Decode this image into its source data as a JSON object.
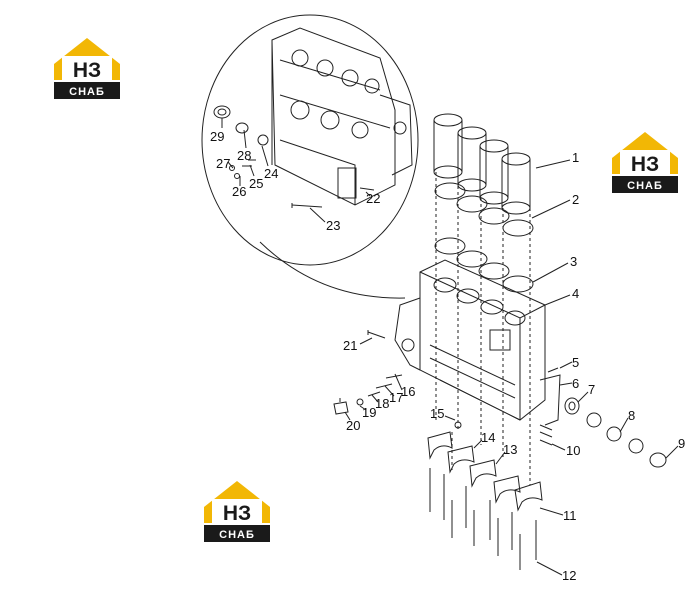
{
  "logo": {
    "top_text": "НЗ",
    "bottom_text": "СНАБ",
    "roof_color": "#f2b705",
    "plate_color": "#1a1a1a"
  },
  "callouts": {
    "c1": "1",
    "c2": "2",
    "c3": "3",
    "c4": "4",
    "c5": "5",
    "c6": "6",
    "c7": "7",
    "c8": "8",
    "c9": "9",
    "c10": "10",
    "c11": "11",
    "c12": "12",
    "c13": "13",
    "c14": "14",
    "c15": "15",
    "c16": "16",
    "c17": "17",
    "c18": "18",
    "c19": "19",
    "c20": "20",
    "c21": "21",
    "c22": "22",
    "c23": "23",
    "c24": "24",
    "c25": "25",
    "c26": "26",
    "c27": "27",
    "c28": "28",
    "c29": "29"
  }
}
